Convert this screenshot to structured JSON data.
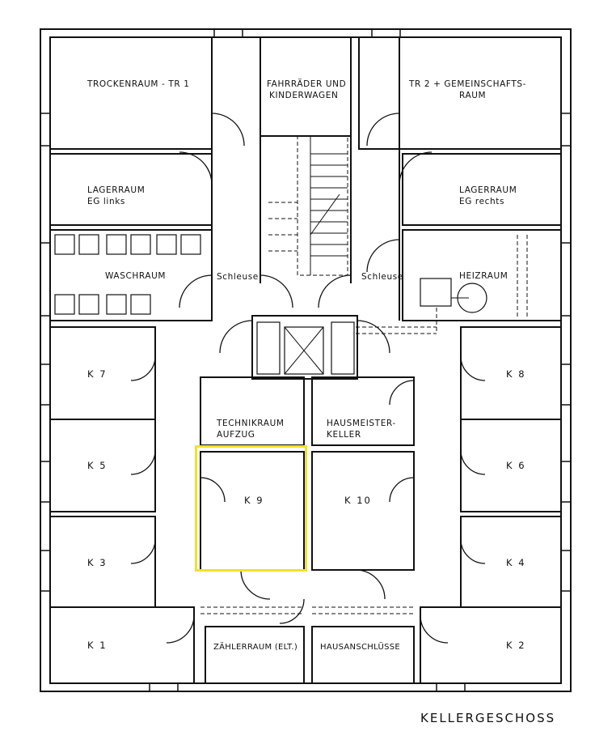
{
  "plan": {
    "title": "KELLERGESCHOSS",
    "highlight_color": "#f2e12a",
    "rooms": {
      "trockenraum": "TROCKENRAUM - TR 1",
      "fahrraeder_1": "FAHRRÄDER UND",
      "fahrraeder_2": "KINDERWAGEN",
      "tr2_1": "TR 2  +  GEMEINSCHAFTS-",
      "tr2_2": "RAUM",
      "lager_links_1": "LAGERRAUM",
      "lager_links_2": "EG links",
      "lager_rechts_1": "LAGERRAUM",
      "lager_rechts_2": "EG rechts",
      "waschraum": "WASCHRAUM",
      "schleuse_links": "Schleuse",
      "schleuse_rechts": "Schleuse",
      "heizraum": "HEIZRAUM",
      "technik_1": "TECHNIKRAUM",
      "technik_2": "AUFZUG",
      "hausmeister_1": "HAUSMEISTER-",
      "hausmeister_2": "KELLER",
      "k7": "K 7",
      "k8": "K 8",
      "k5": "K 5",
      "k6": "K 6",
      "k9": "K 9",
      "k10": "K 10",
      "k3": "K 3",
      "k4": "K 4",
      "k1": "K 1",
      "k2": "K 2",
      "zaehlerraum": "ZÄHLERRAUM (ELT.)",
      "hausanschluesse": "HAUSANSCHLÜSSE"
    }
  }
}
